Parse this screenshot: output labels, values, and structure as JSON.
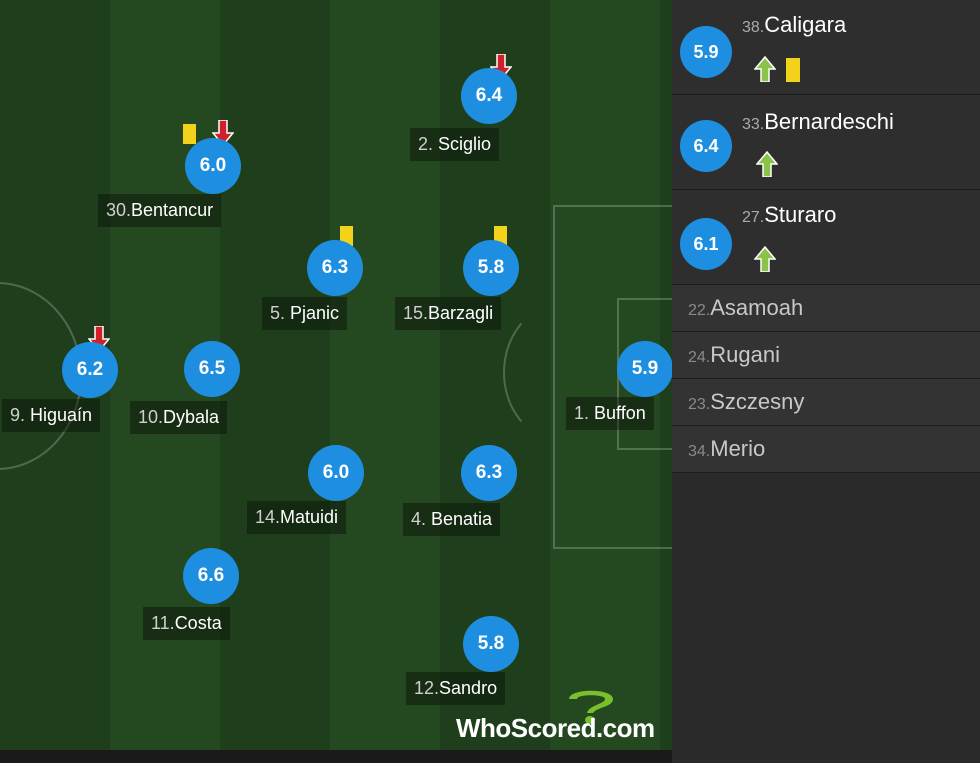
{
  "colors": {
    "rating_bg": "#1e8fe0",
    "yellow_card": "#f2d21b",
    "sub_off": "#d0212b",
    "sub_on": "#8bc34a"
  },
  "players": [
    {
      "num": "30.",
      "name": "Bentancur",
      "rating": "6.0",
      "yellow": true,
      "subbed_off": true
    },
    {
      "num": "2. ",
      "name": "Sciglio",
      "rating": "6.4",
      "yellow": false,
      "subbed_off": true
    },
    {
      "num": "5. ",
      "name": "Pjanic",
      "rating": "6.3",
      "yellow": true,
      "subbed_off": false
    },
    {
      "num": "15.",
      "name": "Barzagli",
      "rating": "5.8",
      "yellow": true,
      "subbed_off": false
    },
    {
      "num": "9. ",
      "name": "Higuaín",
      "rating": "6.2",
      "yellow": false,
      "subbed_off": true
    },
    {
      "num": "10.",
      "name": "Dybala",
      "rating": "6.5",
      "yellow": false,
      "subbed_off": false
    },
    {
      "num": "1. ",
      "name": "Buffon",
      "rating": "5.9",
      "yellow": false,
      "subbed_off": false
    },
    {
      "num": "14.",
      "name": "Matuidi",
      "rating": "6.0",
      "yellow": false,
      "subbed_off": false
    },
    {
      "num": "4. ",
      "name": "Benatia",
      "rating": "6.3",
      "yellow": false,
      "subbed_off": false
    },
    {
      "num": "11.",
      "name": "Costa",
      "rating": "6.6",
      "yellow": false,
      "subbed_off": false
    },
    {
      "num": "12.",
      "name": "Sandro",
      "rating": "5.8",
      "yellow": false,
      "subbed_off": false
    }
  ],
  "subs": [
    {
      "num": "38.",
      "name": "Caligara",
      "rating": "5.9",
      "yellow": true
    },
    {
      "num": "33.",
      "name": "Bernardeschi",
      "rating": "6.4",
      "yellow": false
    },
    {
      "num": "27.",
      "name": "Sturaro",
      "rating": "6.1",
      "yellow": false
    }
  ],
  "bench": [
    {
      "num": "22.",
      "name": "Asamoah"
    },
    {
      "num": "24.",
      "name": "Rugani"
    },
    {
      "num": "23.",
      "name": "Szczesny"
    },
    {
      "num": "34.",
      "name": "Merio"
    }
  ],
  "logo": {
    "text": "WhoScored.com",
    "icon": "question-mark-logo"
  }
}
